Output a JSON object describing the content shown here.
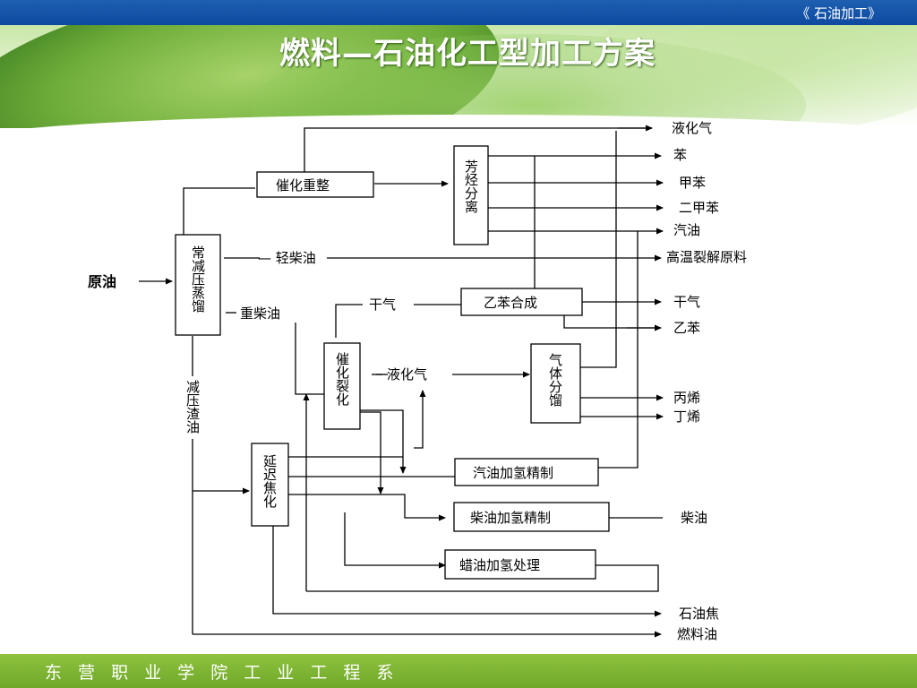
{
  "header": {
    "course_label": "《 石油加工》"
  },
  "title": "燃料—石油化工型加工方案",
  "footer": {
    "institution": "东 营 职 业 学 院 工 业 工 程 系"
  },
  "diagram": {
    "input": "原油",
    "units": {
      "distillation": "常减压蒸馏",
      "reforming": "催化重整",
      "aromatics_sep": "芳烃分离",
      "ethylbenzene": "乙苯合成",
      "fcc": "催化裂化",
      "gas_sep": "气体分馏",
      "coking": "延迟焦化",
      "gasoline_hdt": "汽油加氢精制",
      "diesel_hdt": "柴油加氢精制",
      "wax_hdt": "蜡油加氢处理"
    },
    "streams": {
      "light_diesel": "— 轻柴油",
      "heavy_diesel": "重柴油",
      "vac_residue": "减压渣油",
      "dry_gas": "干气",
      "lpg": "液化气"
    },
    "products": [
      "液化气",
      "苯",
      "甲苯",
      "二甲苯",
      "汽油",
      "高温裂解原料",
      "干气",
      "乙苯",
      "丙烯",
      "丁烯",
      "柴油",
      "石油焦",
      "燃料油"
    ]
  }
}
